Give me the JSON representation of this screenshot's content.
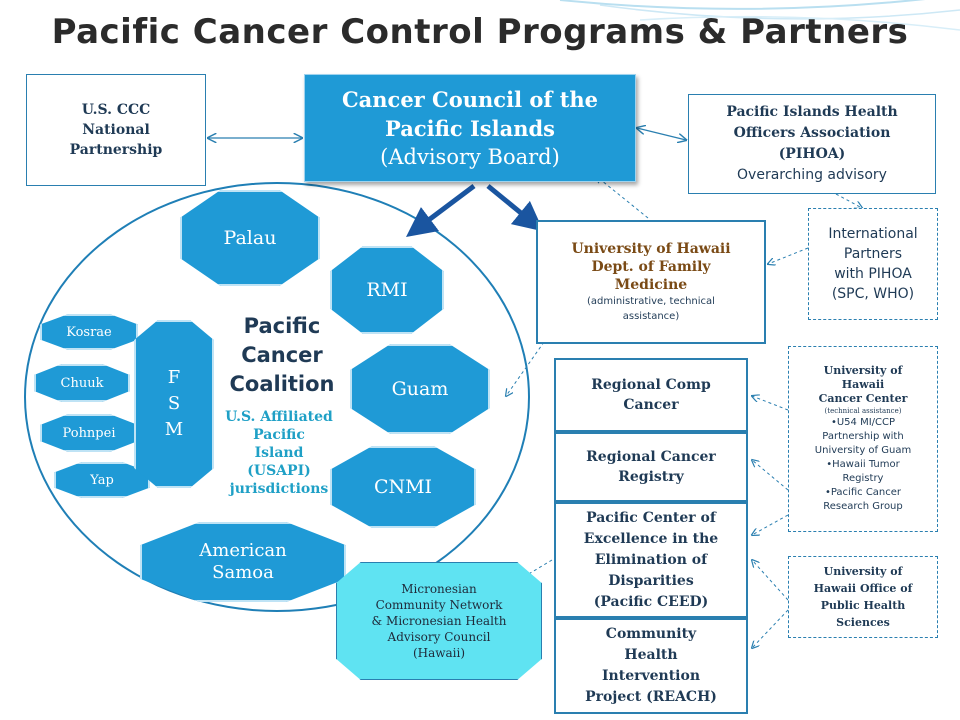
{
  "title": "Pacific Cancer Control Programs & Partners",
  "council": {
    "line1": "Cancer Council of the",
    "line2": "Pacific Islands",
    "line3": "(Advisory Board)"
  },
  "us_ccc": {
    "line1": "U.S. CCC",
    "line2": "National",
    "line3": "Partnership"
  },
  "pihoa": {
    "line1": "Pacific Islands Health",
    "line2": "Officers Association",
    "line3": "(PIHOA)",
    "line4": "Overarching advisory"
  },
  "intl": {
    "line1": "International",
    "line2": "Partners",
    "line3": "with PIHOA",
    "line4": "(SPC, WHO)"
  },
  "uh_fam": {
    "line1": "University of Hawaii",
    "line2": "Dept. of Family",
    "line3": "Medicine",
    "line4": "(administrative, technical",
    "line5": "assistance)"
  },
  "coalition": {
    "line1": "Pacific",
    "line2": "Cancer",
    "line3": "Coalition",
    "sub1": "U.S. Affiliated",
    "sub2": "Pacific",
    "sub3": "Island",
    "sub4": "(USAPI)",
    "sub5": "jurisdictions"
  },
  "jurisdictions": {
    "palau": "Palau",
    "rmi": "RMI",
    "guam": "Guam",
    "cnmi": "CNMI",
    "american_samoa_1": "American",
    "american_samoa_2": "Samoa"
  },
  "fsm": {
    "f": "F",
    "s": "S",
    "m": "M",
    "kosrae": "Kosrae",
    "chuuk": "Chuuk",
    "pohnpei": "Pohnpei",
    "yap": "Yap"
  },
  "programs": {
    "comp_1": "Regional Comp",
    "comp_2": "Cancer",
    "registry_1": "Regional Cancer",
    "registry_2": "Registry",
    "ceed_1": "Pacific Center of",
    "ceed_2": "Excellence in the",
    "ceed_3": "Elimination of",
    "ceed_4": "Disparities",
    "ceed_5": "(Pacific CEED)",
    "reach_1": "Community",
    "reach_2": "Health",
    "reach_3": "Intervention",
    "reach_4": "Project (REACH)"
  },
  "uh_cancer": {
    "line1": "University of",
    "line2": "Hawaii",
    "line3": "Cancer Center",
    "line4": "(technical assistance)",
    "b1": "•U54 MI/CCP",
    "b2": "Partnership  with",
    "b3": "University  of Guam",
    "b4": "•Hawaii Tumor",
    "b5": "Registry",
    "b6": "•Pacific Cancer",
    "b7": "Research Group"
  },
  "uh_ph": {
    "line1": "University of",
    "line2": "Hawaii Office of",
    "line3": "Public Health",
    "line4": "Sciences"
  },
  "micronesian": {
    "line1": "Micronesian",
    "line2": "Community Network",
    "line3": "& Micronesian Health",
    "line4": "Advisory Council",
    "line5": "(Hawaii)"
  },
  "colors": {
    "accent": "#1f9ad6",
    "border": "#2a7fb0",
    "text": "#1f3a55",
    "micronesian_fill": "#5fe3f2"
  }
}
